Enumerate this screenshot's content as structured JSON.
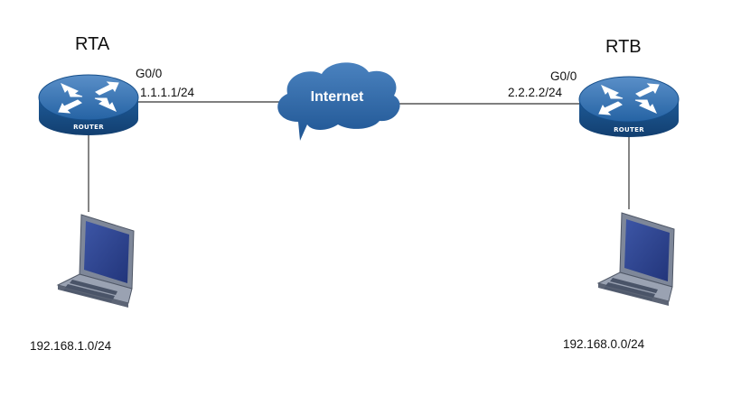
{
  "routers": {
    "rta": {
      "name": "RTA",
      "caption": "ROUTER",
      "interface": "G0/0",
      "ip": "1.1.1.1/24"
    },
    "rtb": {
      "name": "RTB",
      "caption": "ROUTER",
      "interface": "G0/0",
      "ip": "2.2.2.2/24"
    }
  },
  "cloud": {
    "label": "Internet"
  },
  "hosts": {
    "left": {
      "network": "192.168.1.0/24"
    },
    "right": {
      "network": "192.168.0.0/24"
    }
  },
  "colors": {
    "router_blue": "#1d5fa0",
    "cloud_blue": "#2f6aa8",
    "laptop_blue": "#2a3f86",
    "laptop_frame": "#6c7688"
  }
}
